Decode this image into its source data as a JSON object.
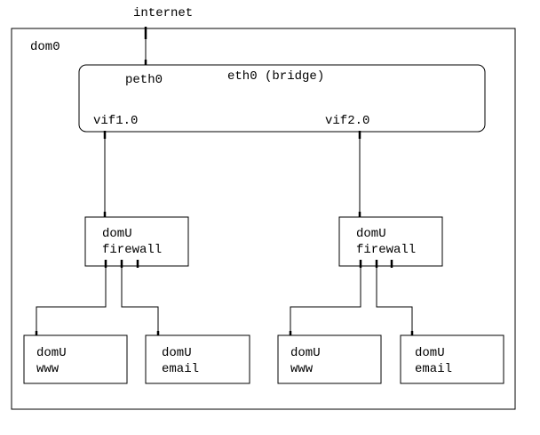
{
  "labels": {
    "internet": "internet",
    "dom0": "dom0",
    "peth0": "peth0",
    "bridge": "eth0 (bridge)",
    "vif1": "vif1.0",
    "vif2": "vif2.0"
  },
  "firewalls": [
    {
      "line1": "domU",
      "line2": "firewall"
    },
    {
      "line1": "domU",
      "line2": "firewall"
    }
  ],
  "guests": [
    {
      "line1": "domU",
      "line2": "www"
    },
    {
      "line1": "domU",
      "line2": "email"
    },
    {
      "line1": "domU",
      "line2": "www"
    },
    {
      "line1": "domU",
      "line2": "email"
    }
  ]
}
